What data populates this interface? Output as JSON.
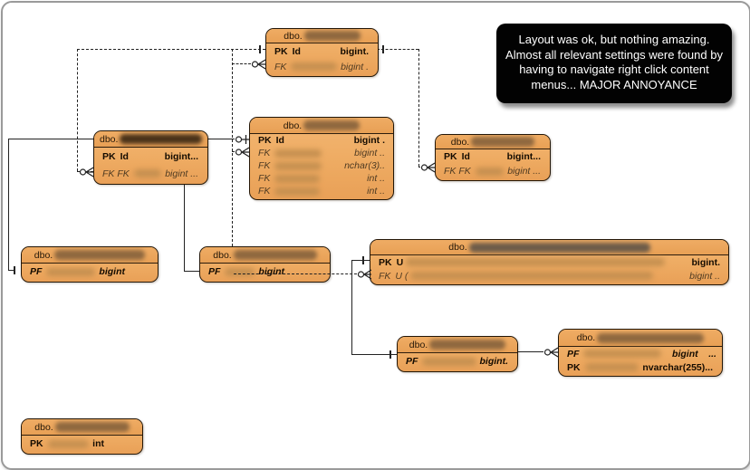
{
  "callout": {
    "text": "Layout was ok, but nothing amazing. Almost all relevant settings were found by having to navigate right click content menus... MAJOR ANNOYANCE"
  },
  "colors": {
    "table_fill": "#eeab62",
    "table_border": "#241708",
    "pk_text": "#140b00",
    "fk_text": "#4f3b22",
    "line_color": "#222222",
    "callout_bg": "#020202",
    "callout_text": "#ffffff",
    "canvas_border": "#9a9a9a",
    "redaction_light": "#c69050",
    "redaction_mid": "#8f683f",
    "redaction_dark": "#4a3219"
  },
  "tables": [
    {
      "id": "t_top",
      "schema": "dbo.",
      "name_redacted": true,
      "rows": [
        {
          "key": "PK",
          "name": "Id",
          "type": "bigint.",
          "kind": "pk"
        },
        {
          "key": "FK",
          "name": "",
          "name_redacted": true,
          "type": "bigint .",
          "kind": "fk"
        }
      ]
    },
    {
      "id": "t_left",
      "schema": "dbo.",
      "name_redacted": true,
      "rows": [
        {
          "key": "PK",
          "name": "Id",
          "type": "bigint...",
          "kind": "pk"
        },
        {
          "key": "FK FK",
          "name": "",
          "name_redacted": true,
          "type": "bigint ...",
          "kind": "fk"
        }
      ]
    },
    {
      "id": "t_center",
      "schema": "dbo.",
      "name_redacted": true,
      "rows": [
        {
          "key": "PK",
          "name": "Id",
          "type": "bigint .",
          "kind": "pk"
        },
        {
          "key": "FK",
          "name": "",
          "name_redacted": true,
          "type": "bigint ..",
          "kind": "fk"
        },
        {
          "key": "FK",
          "name": "",
          "name_redacted": true,
          "type": "nchar(3)..",
          "kind": "fk"
        },
        {
          "key": "FK",
          "name": "",
          "name_redacted": true,
          "type": "int ..",
          "kind": "fk"
        },
        {
          "key": "FK",
          "name": "",
          "name_redacted": true,
          "type": "int ..",
          "kind": "fk"
        }
      ]
    },
    {
      "id": "t_right",
      "schema": "dbo.",
      "name_redacted": true,
      "rows": [
        {
          "key": "PK",
          "name": "Id",
          "type": "bigint...",
          "kind": "pk"
        },
        {
          "key": "FK FK",
          "name": "",
          "name_redacted": true,
          "type": "bigint ...",
          "kind": "fk"
        }
      ]
    },
    {
      "id": "t_pf1",
      "schema": "dbo.",
      "name_redacted": true,
      "rows": [
        {
          "key": "PF",
          "name": "",
          "name_redacted": true,
          "type": "bigint",
          "kind": "pf"
        }
      ]
    },
    {
      "id": "t_pf2",
      "schema": "dbo.",
      "name_redacted": true,
      "rows": [
        {
          "key": "PF",
          "name": "",
          "name_redacted": true,
          "type": "bigint",
          "kind": "pf"
        }
      ]
    },
    {
      "id": "t_wide",
      "schema": "dbo.",
      "name_redacted": true,
      "rows": [
        {
          "key": "PK",
          "name": "U",
          "name_redacted": true,
          "type": "bigint.",
          "kind": "pk"
        },
        {
          "key": "FK",
          "name": "U (",
          "name_redacted": true,
          "type": "bigint ..",
          "kind": "fk"
        }
      ]
    },
    {
      "id": "t_pf3",
      "schema": "dbo.",
      "name_redacted": true,
      "rows": [
        {
          "key": "PF",
          "name": "",
          "name_redacted": true,
          "type": "bigint.",
          "kind": "pf"
        }
      ]
    },
    {
      "id": "t_br",
      "schema": "dbo.",
      "name_redacted": true,
      "rows": [
        {
          "key": "PF",
          "name": "",
          "name_redacted": true,
          "type": "bigint",
          "trail": "...",
          "kind": "pf"
        },
        {
          "key": "PK",
          "name": "",
          "name_redacted": true,
          "type": "nvarchar(255)...",
          "kind": "pk"
        }
      ]
    },
    {
      "id": "t_bl",
      "schema": "dbo.",
      "name_redacted": true,
      "rows": [
        {
          "key": "PK",
          "name": "",
          "name_redacted": true,
          "type": "int",
          "kind": "pk"
        }
      ]
    }
  ]
}
